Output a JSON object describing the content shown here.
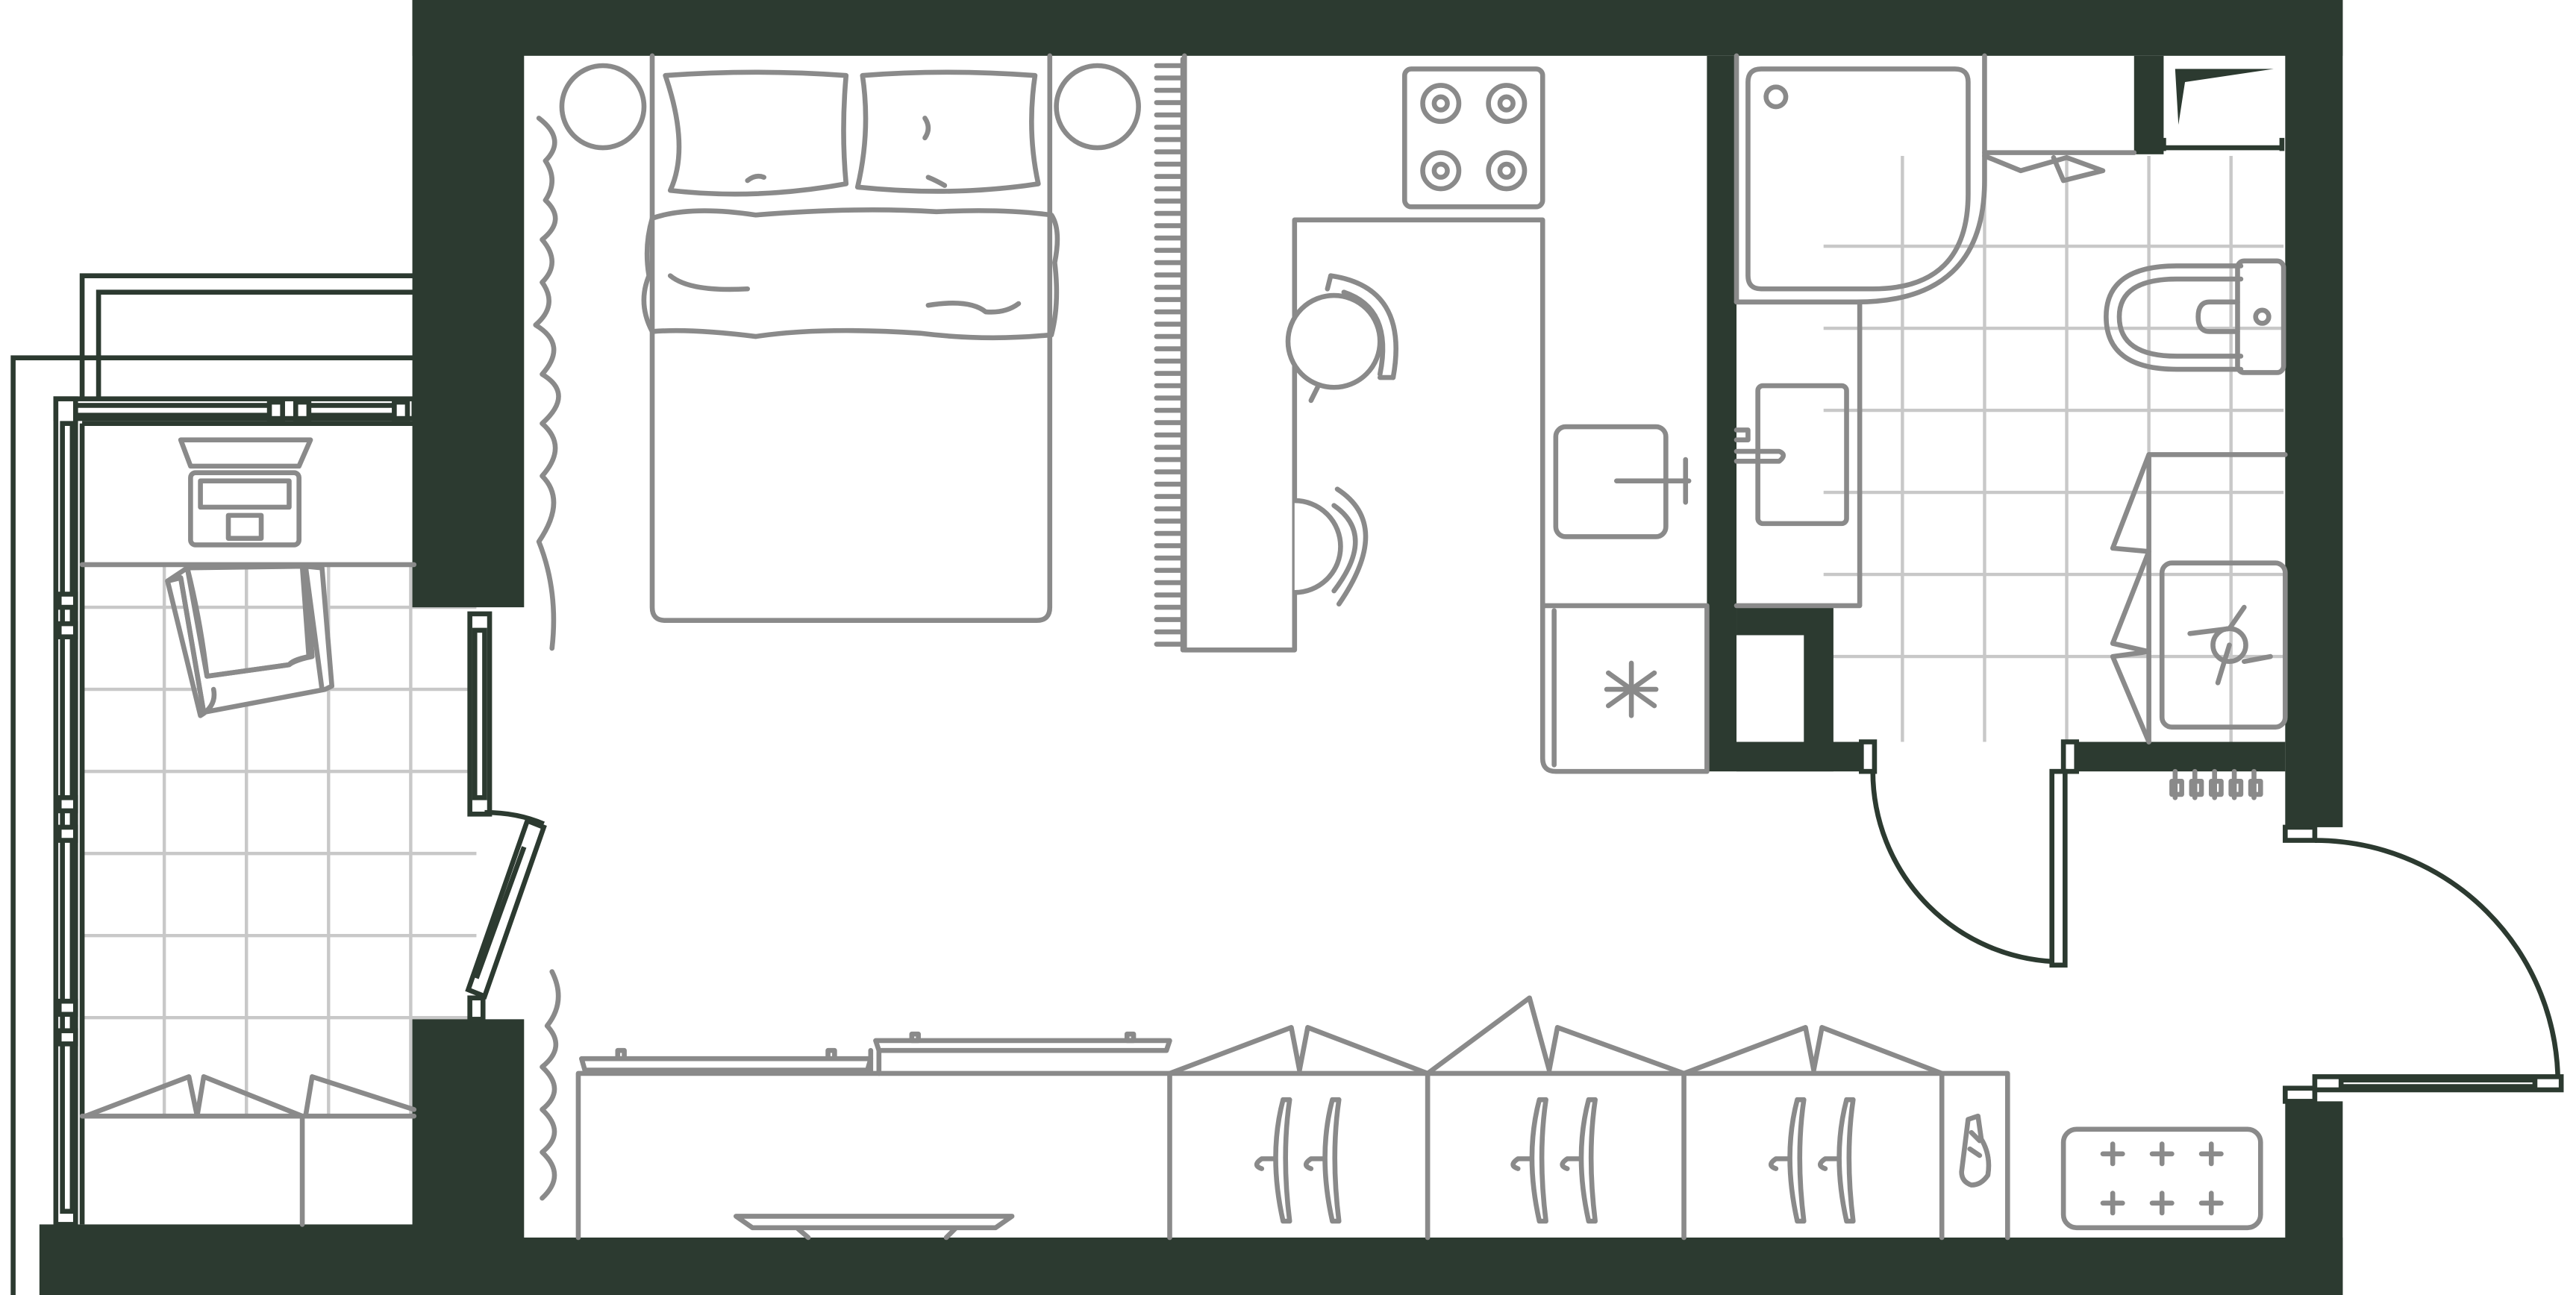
{
  "colors": {
    "wall": "#2c3a30",
    "furniture": "#8a8a8a",
    "grid": "#c8c8c8",
    "background": "#ffffff"
  },
  "rooms": [
    {
      "name": "balcony",
      "floor": "tiles"
    },
    {
      "name": "studio-living",
      "floor": "plain"
    },
    {
      "name": "kitchen",
      "floor": "plain"
    },
    {
      "name": "bathroom",
      "floor": "tiles"
    },
    {
      "name": "hallway",
      "floor": "plain"
    }
  ],
  "icons": [
    "double-bed-icon",
    "pillow-icon",
    "nightstand-icon",
    "curtain-icon",
    "cooktop-icon",
    "bar-counter-icon",
    "bar-stool-icon",
    "kitchen-sink-icon",
    "fridge-icon",
    "shower-tray-icon",
    "washbasin-icon",
    "toilet-icon",
    "washing-machine-icon",
    "laptop-icon",
    "armchair-icon",
    "radiator-icon",
    "wardrobe-icon",
    "hanger-icon",
    "tv-stand-icon",
    "doormat-icon",
    "shoe-icon"
  ]
}
